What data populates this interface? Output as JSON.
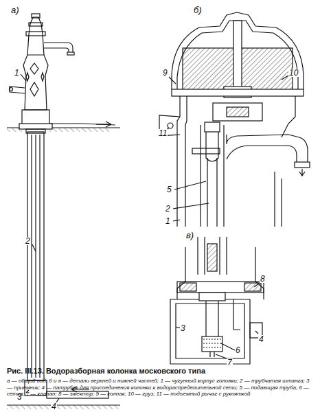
{
  "diagram": {
    "caption": "Рис. III.13. Водоразборная колонка московского типа",
    "labels": [
      "а)",
      "1",
      "2",
      "3",
      "4",
      "б)",
      "9",
      "10",
      "11",
      "5",
      "2",
      "1",
      "в)",
      "8",
      "4",
      "3",
      "6",
      "7",
      "а — общий вид; б и в — детали верхней и нижней частей; 1 — чугунный корпус головки; 2 — трубчатая штанга; 3 — приемник; 4 — патрубок для присоединения колонки к водораспределительной сети; 5 — подающая труба; 6 — сетка; 7 — клапан; 8 — эжектор; 9 — колпак; 10 — груз; 11 — подъемный рычаг с рукояткой"
    ]
  }
}
